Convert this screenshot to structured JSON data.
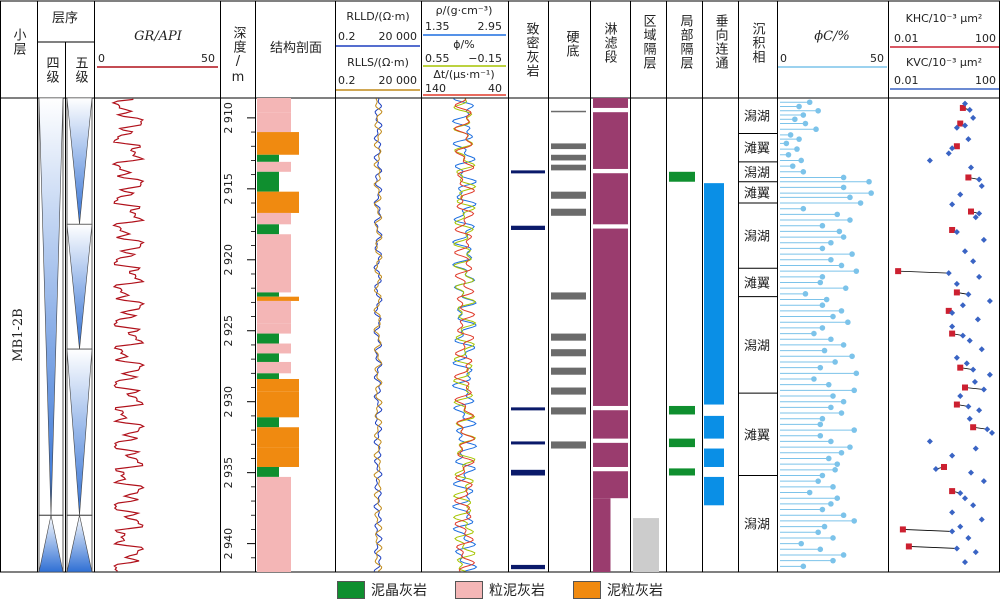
{
  "headers": {
    "small_layer": "小层",
    "sequence": "层序",
    "level4": "四级",
    "level5": "五级",
    "gr": "GR/API",
    "gr_min": "0",
    "gr_max": "50",
    "depth": "深度/m",
    "structure": "结构剖面",
    "rlld": "RLLD/(Ω·m)",
    "rlld_min": "0.2",
    "rlld_max": "20 000",
    "rlls": "RLLS/(Ω·m)",
    "rlls_min": "0.2",
    "rlls_max": "20 000",
    "rho": "ρ/(g·cm⁻³)",
    "rho_min": "1.35",
    "rho_max": "2.95",
    "phi": "ϕ/%",
    "phi_min": "0.55",
    "phi_max": "−0.15",
    "dt": "Δt/(μs·m⁻¹)",
    "dt_min": "140",
    "dt_max": "40",
    "dense": "致密灰岩",
    "hardground": "硬底",
    "leaching": "淋滤段",
    "regional": "区域隔层",
    "local": "局部隔层",
    "vertical": "垂向连通",
    "facies": "沉积相",
    "phic": "ϕC/%",
    "phic_min": "0",
    "phic_max": "50",
    "khc": "KHC/10⁻³ μm²",
    "kvc": "KVC/10⁻³ μm²",
    "k_min": "0.01",
    "k_max": "100"
  },
  "zone_name": "MB1-2B",
  "depth_ticks": [
    "2 910",
    "2 915",
    "2 920",
    "2 925",
    "2 930",
    "2 935",
    "2 940"
  ],
  "facies": [
    "潟湖",
    "滩翼",
    "潟湖",
    "滩翼",
    "潟湖",
    "滩翼",
    "潟湖",
    "滩翼",
    "潟湖"
  ],
  "legend": [
    {
      "label": "泥晶灰岩",
      "color": "#0f8f2f"
    },
    {
      "label": "粒泥灰岩",
      "color": "#f4b6b6"
    },
    {
      "label": "泥粒灰岩",
      "color": "#f08a10"
    }
  ],
  "colors": {
    "gr": "#b0101a",
    "rlld": "#1d3fbf",
    "rlls": "#c08a1a",
    "rho": "#1d6fe0",
    "phi": "#a5c400",
    "dt": "#e03a2a",
    "dense": "#0a1a6a",
    "hard": "#6b6b6b",
    "leach": "#9a3c6e",
    "regional": "#cccccc",
    "local": "#0f8f2f",
    "vertical": "#0a8fe6",
    "phic": "#7cc3ea",
    "khc": "#cc2030",
    "kvc": "#3a64c4"
  },
  "chart_data": {
    "type": "well-log",
    "depth_range": [
      2908.6,
      2942
    ],
    "gr_range": [
      0,
      50
    ],
    "lithology": [
      {
        "top": 2908.6,
        "base": 2909.6,
        "type": "wackestone"
      },
      {
        "top": 2909.6,
        "base": 2911.0,
        "type": "wackestone"
      },
      {
        "top": 2911.0,
        "base": 2912.6,
        "type": "packstone"
      },
      {
        "top": 2912.6,
        "base": 2913.1,
        "type": "mudstone"
      },
      {
        "top": 2913.1,
        "base": 2913.8,
        "type": "wackestone"
      },
      {
        "top": 2913.8,
        "base": 2915.2,
        "type": "mudstone"
      },
      {
        "top": 2915.2,
        "base": 2916.7,
        "type": "packstone"
      },
      {
        "top": 2916.7,
        "base": 2917.5,
        "type": "wackestone"
      },
      {
        "top": 2917.5,
        "base": 2918.2,
        "type": "mudstone"
      },
      {
        "top": 2918.2,
        "base": 2922.3,
        "type": "wackestone"
      },
      {
        "top": 2922.3,
        "base": 2922.6,
        "type": "mudstone"
      },
      {
        "top": 2922.6,
        "base": 2922.9,
        "type": "packstone"
      },
      {
        "top": 2922.9,
        "base": 2924.5,
        "type": "wackestone"
      },
      {
        "top": 2924.5,
        "base": 2925.2,
        "type": "wackestone"
      },
      {
        "top": 2925.2,
        "base": 2925.9,
        "type": "mudstone"
      },
      {
        "top": 2925.9,
        "base": 2926.6,
        "type": "wackestone"
      },
      {
        "top": 2926.6,
        "base": 2927.2,
        "type": "mudstone"
      },
      {
        "top": 2927.2,
        "base": 2928.0,
        "type": "wackestone"
      },
      {
        "top": 2928.0,
        "base": 2928.4,
        "type": "mudstone"
      },
      {
        "top": 2928.4,
        "base": 2929.3,
        "type": "packstone"
      },
      {
        "top": 2929.3,
        "base": 2931.1,
        "type": "packstone"
      },
      {
        "top": 2931.1,
        "base": 2931.8,
        "type": "mudstone"
      },
      {
        "top": 2931.8,
        "base": 2933.2,
        "type": "packstone"
      },
      {
        "top": 2933.2,
        "base": 2934.6,
        "type": "packstone"
      },
      {
        "top": 2934.6,
        "base": 2935.3,
        "type": "mudstone"
      },
      {
        "top": 2935.3,
        "base": 2942.0,
        "type": "wackestone"
      }
    ],
    "dense_limestone": [
      {
        "top": 2913.7,
        "base": 2913.9
      },
      {
        "top": 2917.6,
        "base": 2917.9
      },
      {
        "top": 2930.4,
        "base": 2930.6
      },
      {
        "top": 2932.8,
        "base": 2933.0
      },
      {
        "top": 2934.8,
        "base": 2935.2
      },
      {
        "top": 2941.5,
        "base": 2941.8
      }
    ],
    "hardground": [
      {
        "top": 2909.5,
        "base": 2909.6
      },
      {
        "top": 2911.8,
        "base": 2912.2
      },
      {
        "top": 2912.6,
        "base": 2913.0
      },
      {
        "top": 2913.3,
        "base": 2913.7
      },
      {
        "top": 2915.2,
        "base": 2915.7
      },
      {
        "top": 2916.4,
        "base": 2916.9
      },
      {
        "top": 2922.3,
        "base": 2922.8
      },
      {
        "top": 2925.2,
        "base": 2925.7
      },
      {
        "top": 2926.3,
        "base": 2926.8
      },
      {
        "top": 2927.6,
        "base": 2928.1
      },
      {
        "top": 2929.0,
        "base": 2929.5
      },
      {
        "top": 2930.4,
        "base": 2930.9
      },
      {
        "top": 2932.8,
        "base": 2933.3
      }
    ],
    "leaching": [
      {
        "top": 2908.6,
        "base": 2909.3,
        "x0": 0,
        "x1": 1
      },
      {
        "top": 2909.6,
        "base": 2913.6,
        "x0": 0,
        "x1": 1
      },
      {
        "top": 2913.9,
        "base": 2917.5,
        "x0": 0,
        "x1": 1
      },
      {
        "top": 2917.8,
        "base": 2930.3,
        "x0": 0,
        "x1": 1
      },
      {
        "top": 2930.6,
        "base": 2932.6,
        "x0": 0,
        "x1": 1
      },
      {
        "top": 2932.9,
        "base": 2934.6,
        "x0": 0,
        "x1": 1
      },
      {
        "top": 2934.9,
        "base": 2936.8,
        "x0": 0,
        "x1": 1
      },
      {
        "top": 2936.8,
        "base": 2942.0,
        "x0": 0,
        "x1": 0.5
      }
    ],
    "regional_barrier": [
      {
        "top": 2938.2,
        "base": 2942.0
      }
    ],
    "local_barrier": [
      {
        "top": 2913.8,
        "base": 2914.5
      },
      {
        "top": 2930.3,
        "base": 2930.9
      },
      {
        "top": 2932.6,
        "base": 2933.2
      },
      {
        "top": 2934.7,
        "base": 2935.2
      }
    ],
    "vertical_connectivity": [
      {
        "top": 2914.6,
        "base": 2930.2
      },
      {
        "top": 2931.0,
        "base": 2932.6
      },
      {
        "top": 2933.3,
        "base": 2934.6
      },
      {
        "top": 2935.3,
        "base": 2937.3
      }
    ],
    "facies_boundaries": [
      2908.6,
      2911.1,
      2913.1,
      2914.5,
      2916.0,
      2920.6,
      2922.6,
      2929.4,
      2935.2,
      2942.0
    ],
    "phic_series": [
      [
        2908.9,
        14
      ],
      [
        2909.2,
        9
      ],
      [
        2909.5,
        18
      ],
      [
        2909.8,
        11
      ],
      [
        2910.1,
        7
      ],
      [
        2910.4,
        12
      ],
      [
        2910.8,
        17
      ],
      [
        2911.2,
        5
      ],
      [
        2911.5,
        9
      ],
      [
        2911.8,
        3
      ],
      [
        2912.2,
        8
      ],
      [
        2912.6,
        4
      ],
      [
        2913.0,
        10
      ],
      [
        2913.4,
        6
      ],
      [
        2913.8,
        11
      ],
      [
        2914.2,
        30
      ],
      [
        2914.5,
        42
      ],
      [
        2914.9,
        30
      ],
      [
        2915.3,
        43
      ],
      [
        2915.6,
        33
      ],
      [
        2916.0,
        38
      ],
      [
        2916.4,
        11
      ],
      [
        2916.8,
        27
      ],
      [
        2917.2,
        33
      ],
      [
        2917.6,
        20
      ],
      [
        2918.0,
        28
      ],
      [
        2918.4,
        30
      ],
      [
        2918.8,
        24
      ],
      [
        2919.2,
        20
      ],
      [
        2919.6,
        34
      ],
      [
        2920.0,
        24
      ],
      [
        2920.4,
        29
      ],
      [
        2920.8,
        36
      ],
      [
        2921.2,
        20
      ],
      [
        2921.6,
        19
      ],
      [
        2922.0,
        31
      ],
      [
        2922.4,
        12
      ],
      [
        2922.8,
        22
      ],
      [
        2923.2,
        20
      ],
      [
        2923.6,
        29
      ],
      [
        2924.0,
        25
      ],
      [
        2924.4,
        32
      ],
      [
        2924.8,
        20
      ],
      [
        2925.2,
        16
      ],
      [
        2925.6,
        24
      ],
      [
        2926.0,
        30
      ],
      [
        2926.4,
        21
      ],
      [
        2926.8,
        34
      ],
      [
        2927.2,
        26
      ],
      [
        2927.6,
        19
      ],
      [
        2928.0,
        36
      ],
      [
        2928.4,
        16
      ],
      [
        2928.8,
        23
      ],
      [
        2929.2,
        35
      ],
      [
        2929.6,
        25
      ],
      [
        2930.0,
        30
      ],
      [
        2930.4,
        24
      ],
      [
        2930.8,
        29
      ],
      [
        2931.2,
        20
      ],
      [
        2931.6,
        19
      ],
      [
        2932.0,
        35
      ],
      [
        2932.4,
        19
      ],
      [
        2932.8,
        24
      ],
      [
        2933.2,
        33
      ],
      [
        2933.6,
        29
      ],
      [
        2934.0,
        23
      ],
      [
        2934.4,
        27
      ],
      [
        2934.8,
        26
      ],
      [
        2935.2,
        20
      ],
      [
        2935.6,
        18
      ],
      [
        2936.0,
        25
      ],
      [
        2936.4,
        14
      ],
      [
        2936.8,
        27
      ],
      [
        2937.2,
        24
      ],
      [
        2937.6,
        20
      ],
      [
        2938.0,
        30
      ],
      [
        2938.4,
        35
      ],
      [
        2938.8,
        21
      ],
      [
        2939.2,
        18
      ],
      [
        2939.6,
        25
      ],
      [
        2940.0,
        10
      ],
      [
        2940.4,
        19
      ],
      [
        2940.8,
        30
      ],
      [
        2941.2,
        25
      ],
      [
        2941.6,
        11
      ]
    ],
    "k_pairs": [
      {
        "d": 2909.3,
        "kh": 5,
        "kv": 9
      },
      {
        "d": 2910.4,
        "kh": 4,
        "kv": 6
      },
      {
        "d": 2912.0,
        "kh": 3,
        "kv": 2
      },
      {
        "d": 2914.2,
        "kh": 8,
        "kv": 20
      },
      {
        "d": 2916.6,
        "kh": 10,
        "kv": 20
      },
      {
        "d": 2917.9,
        "kh": 2,
        "kv": 3
      },
      {
        "d": 2920.8,
        "kh": 0.02,
        "kv": 1.5
      },
      {
        "d": 2922.3,
        "kh": 3,
        "kv": 8
      },
      {
        "d": 2923.6,
        "kh": 1.5,
        "kv": 2
      },
      {
        "d": 2925.2,
        "kh": 2,
        "kv": 5
      },
      {
        "d": 2927.6,
        "kh": 4,
        "kv": 12
      },
      {
        "d": 2929.0,
        "kh": 6,
        "kv": 30
      },
      {
        "d": 2930.2,
        "kh": 3,
        "kv": 8
      },
      {
        "d": 2931.8,
        "kh": 12,
        "kv": 40
      },
      {
        "d": 2934.6,
        "kh": 1,
        "kv": 0.5
      },
      {
        "d": 2936.3,
        "kh": 2,
        "kv": 4
      },
      {
        "d": 2939.0,
        "kh": 0.03,
        "kv": 2
      },
      {
        "d": 2940.2,
        "kh": 0.05,
        "kv": 3
      }
    ],
    "kv_scatter": [
      [
        2909.0,
        6
      ],
      [
        2910.0,
        12
      ],
      [
        2910.7,
        3
      ],
      [
        2911.5,
        8
      ],
      [
        2912.5,
        1.5
      ],
      [
        2913.0,
        0.3
      ],
      [
        2913.5,
        10
      ],
      [
        2914.8,
        25
      ],
      [
        2915.4,
        4
      ],
      [
        2916.1,
        2
      ],
      [
        2917.0,
        15
      ],
      [
        2918.6,
        30
      ],
      [
        2919.4,
        6
      ],
      [
        2920.1,
        12
      ],
      [
        2921.2,
        20
      ],
      [
        2921.7,
        3
      ],
      [
        2922.9,
        50
      ],
      [
        2923.2,
        5
      ],
      [
        2924.2,
        18
      ],
      [
        2924.7,
        2
      ],
      [
        2925.7,
        9
      ],
      [
        2926.3,
        25
      ],
      [
        2926.9,
        3
      ],
      [
        2927.3,
        7
      ],
      [
        2928.1,
        50
      ],
      [
        2928.6,
        14
      ],
      [
        2929.6,
        4
      ],
      [
        2930.6,
        20
      ],
      [
        2931.2,
        9
      ],
      [
        2932.2,
        60
      ],
      [
        2932.8,
        0.3
      ],
      [
        2933.3,
        15
      ],
      [
        2933.8,
        2
      ],
      [
        2935.0,
        10
      ],
      [
        2935.6,
        30
      ],
      [
        2936.8,
        6
      ],
      [
        2937.3,
        12
      ],
      [
        2937.8,
        2
      ],
      [
        2938.3,
        25
      ],
      [
        2938.8,
        4
      ],
      [
        2939.6,
        8
      ],
      [
        2940.6,
        15
      ],
      [
        2941.3,
        6
      ]
    ],
    "parasequences_level4": [
      {
        "top": 2908.6,
        "base": 2938.0,
        "shape": "down"
      },
      {
        "top": 2938.0,
        "base": 2942.0,
        "shape": "up"
      }
    ],
    "parasequences_level5": [
      {
        "top": 2908.6,
        "base": 2917.5,
        "shape": "down"
      },
      {
        "top": 2917.5,
        "base": 2926.3,
        "shape": "down"
      },
      {
        "top": 2926.3,
        "base": 2938.0,
        "shape": "down"
      },
      {
        "top": 2938.0,
        "base": 2942.0,
        "shape": "up"
      }
    ]
  }
}
